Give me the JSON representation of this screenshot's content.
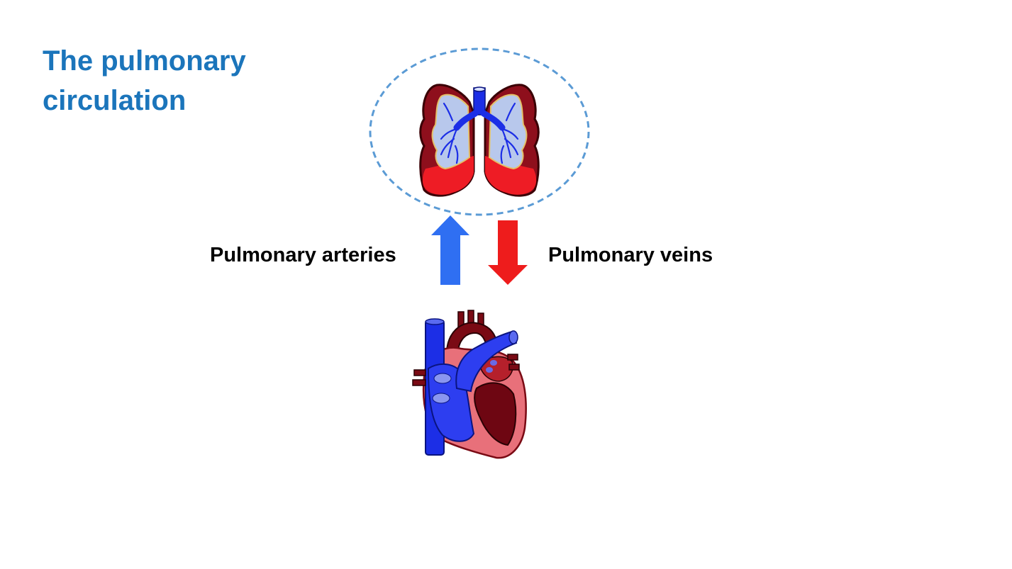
{
  "title": {
    "line1": "The pulmonary",
    "line2": "circulation"
  },
  "labels": {
    "arteries": "Pulmonary arteries",
    "veins": "Pulmonary veins"
  },
  "colors": {
    "title": "#1b75bb",
    "artery_arrow": "#2f6ff2",
    "vein_arrow": "#ee1c1c",
    "dashed_ellipse": "#5b9bd5",
    "deoxygenated": "#1c2ee6",
    "oxygenated": "#e8151b",
    "tissue_dark": "#7a0a14"
  },
  "icons": {
    "lungs": "lungs-icon",
    "heart": "heart-icon",
    "up_arrow": "up-arrow-icon",
    "down_arrow": "down-arrow-icon"
  }
}
